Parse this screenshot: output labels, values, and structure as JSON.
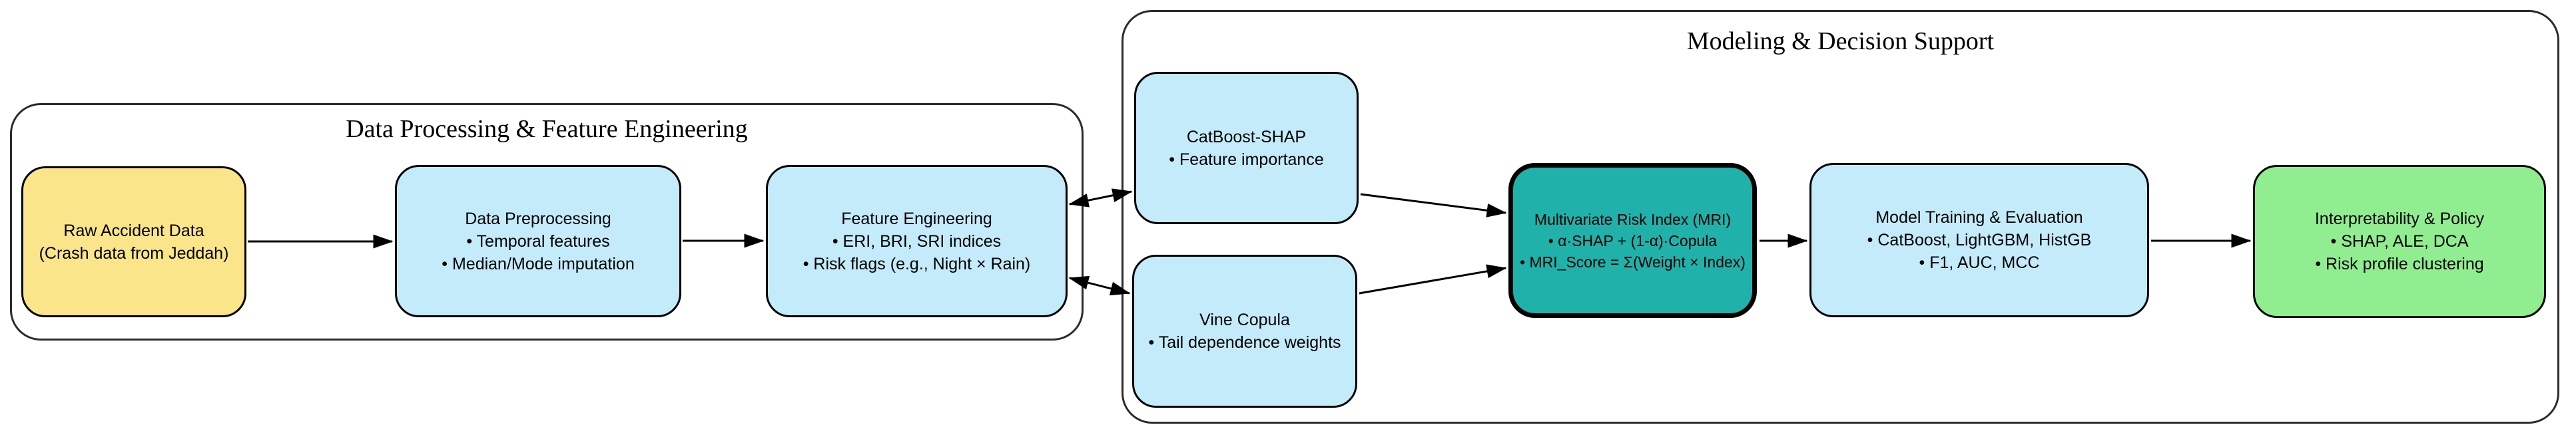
{
  "containers": {
    "left": {
      "title": "Data Processing & Feature Engineering"
    },
    "right": {
      "title": "Modeling & Decision Support"
    }
  },
  "boxes": {
    "raw": {
      "lines": [
        "Raw Accident Data",
        "(Crash data from Jeddah)"
      ],
      "fill": "#FBE58A"
    },
    "prep": {
      "lines": [
        "Data Preprocessing",
        "• Temporal features",
        "• Median/Mode imputation"
      ],
      "fill": "#C4EBFA"
    },
    "fe": {
      "lines": [
        "Feature Engineering",
        "• ERI, BRI, SRI indices",
        "• Risk flags (e.g., Night × Rain)"
      ],
      "fill": "#C4EBFA"
    },
    "catboost": {
      "lines": [
        "CatBoost-SHAP",
        "• Feature importance"
      ],
      "fill": "#C4EBFA"
    },
    "vine": {
      "lines": [
        "Vine Copula",
        "• Tail dependence weights"
      ],
      "fill": "#C4EBFA"
    },
    "mri": {
      "lines": [
        "Multivariate Risk Index (MRI)",
        "• α·SHAP + (1-α)·Copula",
        "• MRI_Score = Σ(Weight × Index)"
      ],
      "fill": "#20B2AA"
    },
    "train": {
      "lines": [
        "Model Training & Evaluation",
        "• CatBoost, LightGBM, HistGB",
        "• F1, AUC, MCC"
      ],
      "fill": "#C4EBFA"
    },
    "interp": {
      "lines": [
        "Interpretability & Policy",
        "• SHAP, ALE, DCA",
        "• Risk profile clustering"
      ],
      "fill": "#90EE90"
    }
  },
  "edges": [
    {
      "from": "raw",
      "to": "prep",
      "bidirectional": false
    },
    {
      "from": "prep",
      "to": "fe",
      "bidirectional": false
    },
    {
      "from": "fe",
      "to": "catboost",
      "bidirectional": true
    },
    {
      "from": "fe",
      "to": "vine",
      "bidirectional": true
    },
    {
      "from": "catboost",
      "to": "mri",
      "bidirectional": false
    },
    {
      "from": "vine",
      "to": "mri",
      "bidirectional": false
    },
    {
      "from": "mri",
      "to": "train",
      "bidirectional": false
    },
    {
      "from": "train",
      "to": "interp",
      "bidirectional": false
    }
  ],
  "colors": {
    "background": "#FFFFFF",
    "container_border": "#2B2B2B",
    "box_border": "#000000",
    "arrow": "#000000",
    "yellow": "#FBE58A",
    "light_blue": "#C4EBFA",
    "teal": "#20B2AA",
    "green": "#90EE90",
    "text": "#000000"
  }
}
